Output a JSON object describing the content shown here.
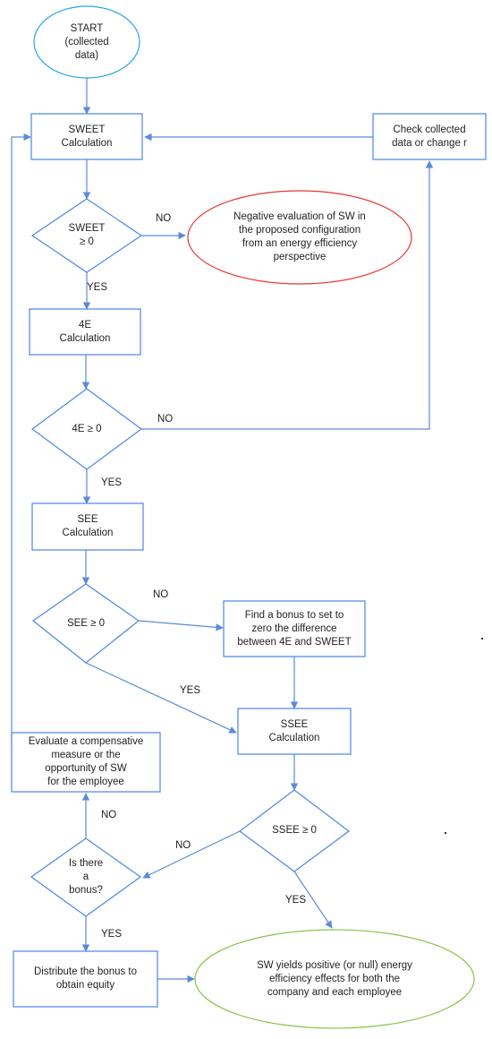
{
  "colors": {
    "node_stroke": "#4a86e8",
    "start_stroke": "#29a6e0",
    "negative_stroke": "#e53935",
    "positive_stroke": "#8bc34a",
    "arrow": "#5b8bd6"
  },
  "nodes": {
    "start": [
      "START",
      "(collected",
      "data)"
    ],
    "sweet_calc": [
      "SWEET",
      "Calculation"
    ],
    "check_data": [
      "Check collected",
      "data or change r"
    ],
    "sweet_decision": [
      "SWEET",
      "≥ 0"
    ],
    "negative_eval": [
      "Negative evaluation of SW in",
      "the proposed  configuration",
      "from  an energy efficiency",
      "perspective"
    ],
    "calc_4e": [
      "4E",
      "Calculation"
    ],
    "decision_4e": [
      "4E ≥ 0"
    ],
    "see_calc": [
      "SEE",
      "Calculation"
    ],
    "see_decision": [
      "SEE ≥ 0"
    ],
    "find_bonus": [
      "Find a bonus to set to",
      "zero the difference",
      "between 4E and SWEET"
    ],
    "ssee_calc": [
      "SSEE",
      "Calculation"
    ],
    "compensative": [
      "Evaluate a compensative",
      "measure or the",
      "opportunity  of SW",
      "for the employee"
    ],
    "ssee_decision": [
      "SSEE ≥ 0"
    ],
    "bonus_decision": [
      "Is there",
      "a",
      "bonus?"
    ],
    "distribute_bonus": [
      "Distribute the bonus to",
      "obtain equity"
    ],
    "positive_result": [
      "SW yields positive (or null) energy",
      "efficiency effects for both the",
      "company and each employee"
    ]
  },
  "edge_labels": {
    "sweet_no": "NO",
    "sweet_yes": "YES",
    "e4_no": "NO",
    "e4_yes": "YES",
    "see_no": "NO",
    "see_yes": "YES",
    "ssee_no": "NO",
    "ssee_yes": "YES",
    "bonus_no": "NO",
    "bonus_yes": "YES"
  }
}
